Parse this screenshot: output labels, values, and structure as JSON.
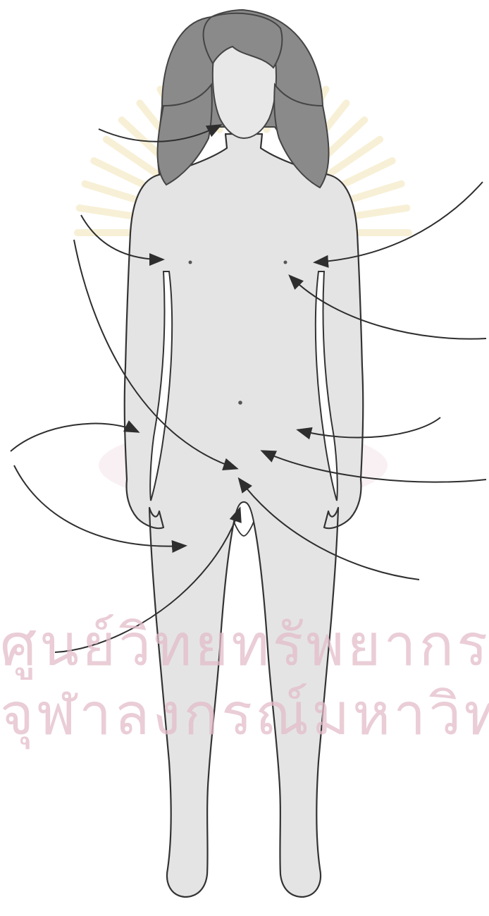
{
  "figure": {
    "subject": "Front-view outline of a female body with pointer arrows toward body regions",
    "colors": {
      "skin": "#e4e4e4",
      "hair": "#8a8a8a",
      "outline": "#333333",
      "arrow": "#2e2e2e",
      "watermark_text": "#e3bcc9",
      "watermark_emblem": "#f1e4b4"
    }
  },
  "watermark": {
    "line_1": "ศูนย์วิทยทรัพยากร",
    "line_2": "จุฬาลงกรณ์มหาวิทยาลัย"
  }
}
